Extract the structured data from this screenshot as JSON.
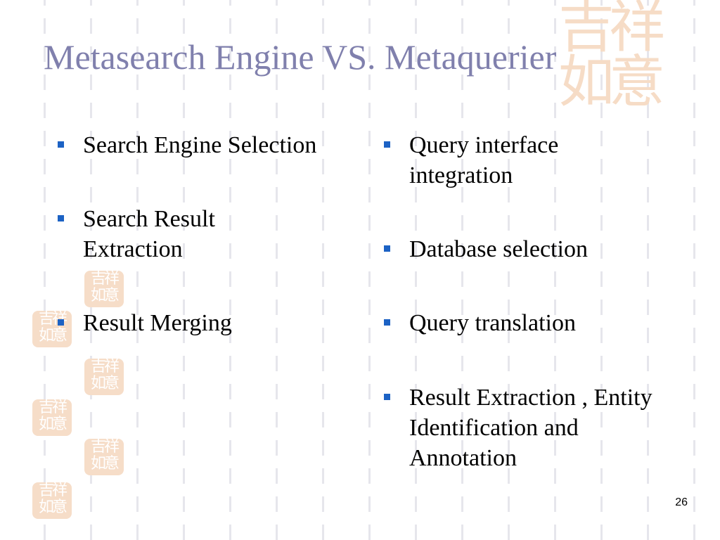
{
  "slide": {
    "title": "Metasearch Engine VS. Metaquerier",
    "left_items": [
      "Search Engine Selection",
      "Search Result Extraction",
      "Result Merging"
    ],
    "right_items": [
      "Query interface integration",
      "Database selection",
      "Query translation",
      "Result Extraction , Entity Identification and Annotation"
    ],
    "page_number": "26"
  },
  "colors": {
    "title": "#8080ad",
    "bullet": "#1c62c4",
    "seal": "#f6ddc8"
  },
  "icons": {
    "bullet": "square-bullet-icon",
    "seal": "chinese-seal-logo"
  }
}
